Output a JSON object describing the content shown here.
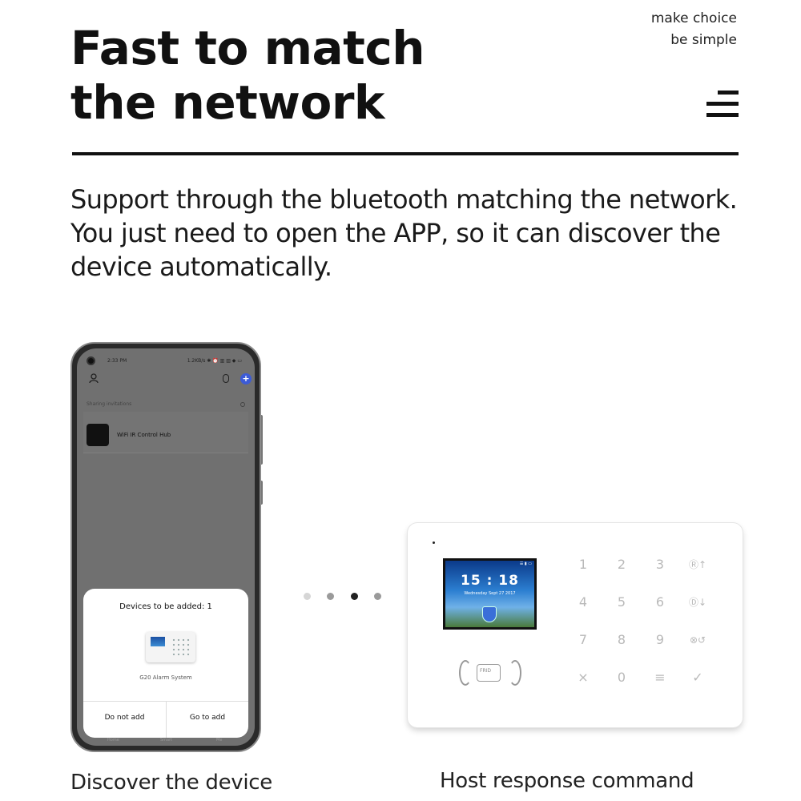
{
  "header": {
    "title_line1": "Fast to match",
    "title_line2": "the network",
    "tagline_line1": "make choice",
    "tagline_line2": "be simple",
    "menu_icon": "hamburger-menu-icon"
  },
  "description": {
    "line1": "Support through the bluetooth matching the network.",
    "line2": "You just need to open the APP, so it can discover the",
    "line3": "device automatically."
  },
  "phone": {
    "status_time": "2:33 PM",
    "status_right": "1.2KB/s ✱ ⏰ ⁠▥ ▥ ◆ ▭",
    "sharing_label": "Sharing invitations",
    "device_name": "WiFi IR Control Hub",
    "sheet": {
      "title": "Devices to be added: 1",
      "device_label": "G20 Alarm System",
      "btn_no": "Do not add",
      "btn_go": "Go to add"
    },
    "nav": [
      "Home",
      "Smart",
      "Me"
    ]
  },
  "captions": {
    "left": "Discover the device",
    "right": "Host response command"
  },
  "dots": {
    "active_index": 2,
    "active_color": "#222222",
    "inactive_colors": [
      "#d6d6d6",
      "#9a9a9a",
      "#222222",
      "#9a9a9a"
    ]
  },
  "panel": {
    "lcd_time": "15 : 18",
    "lcd_date": "Wednesday  Sept 27  2017",
    "lcd_status": "☰ ⁠▮ ▭",
    "rfid_label": "FRID",
    "keys": [
      [
        "1",
        "2",
        "3",
        "Ⓡ↑"
      ],
      [
        "4",
        "5",
        "6",
        "Ⓓ↓"
      ],
      [
        "7",
        "8",
        "9",
        "⊗↺"
      ],
      [
        "×",
        "0",
        "≡",
        "✓"
      ]
    ]
  }
}
